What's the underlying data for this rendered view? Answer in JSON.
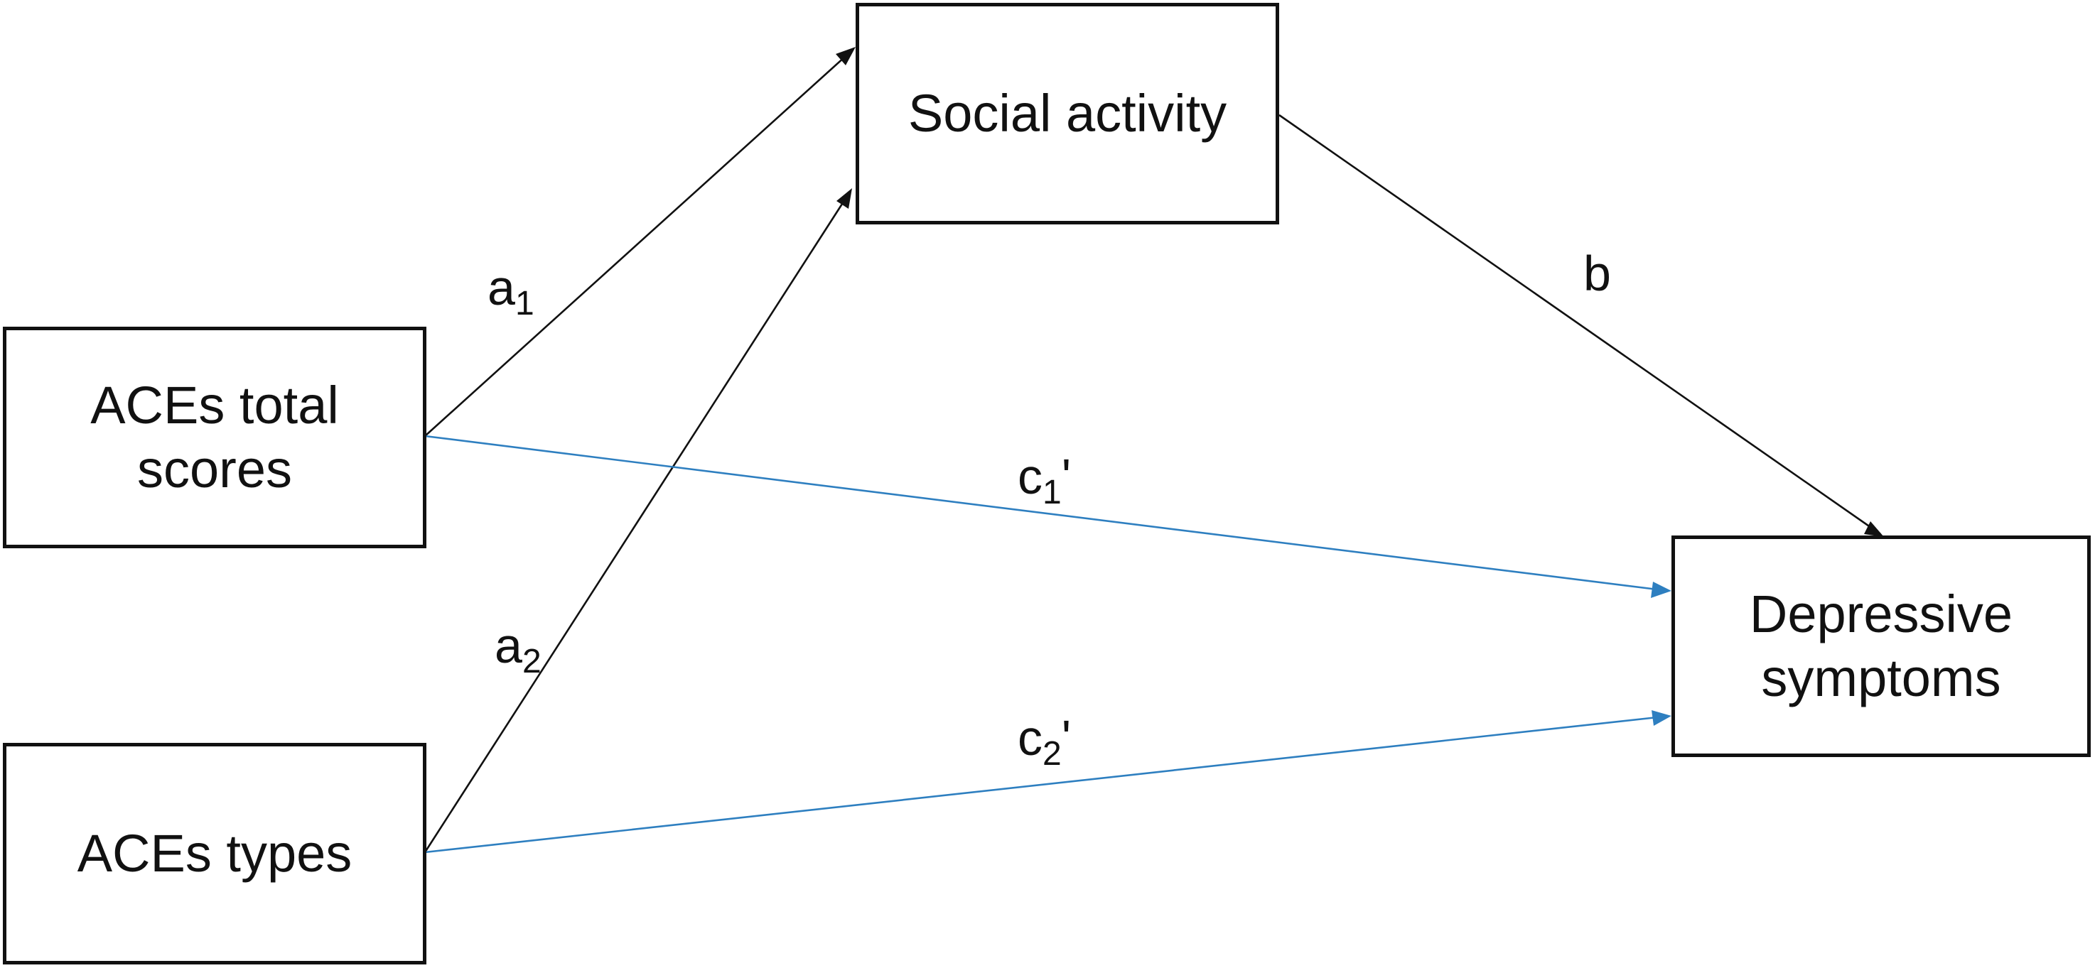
{
  "nodes": {
    "aces_total": {
      "line1": "ACEs total",
      "line2": "scores"
    },
    "aces_types": {
      "label": "ACEs types"
    },
    "social_activity": {
      "label": "Social activity"
    },
    "depressive": {
      "line1": "Depressive",
      "line2": "symptoms"
    }
  },
  "edge_labels": {
    "a1": {
      "base": "a",
      "sub": "1",
      "suffix": ""
    },
    "a2": {
      "base": "a",
      "sub": "2",
      "suffix": ""
    },
    "b": {
      "base": "b"
    },
    "c1": {
      "base": "c",
      "sub": "1",
      "suffix": "'"
    },
    "c2": {
      "base": "c",
      "sub": "2",
      "suffix": "'"
    }
  },
  "colors": {
    "black_path": "#111111",
    "direct_path": "#2e7fc0"
  }
}
